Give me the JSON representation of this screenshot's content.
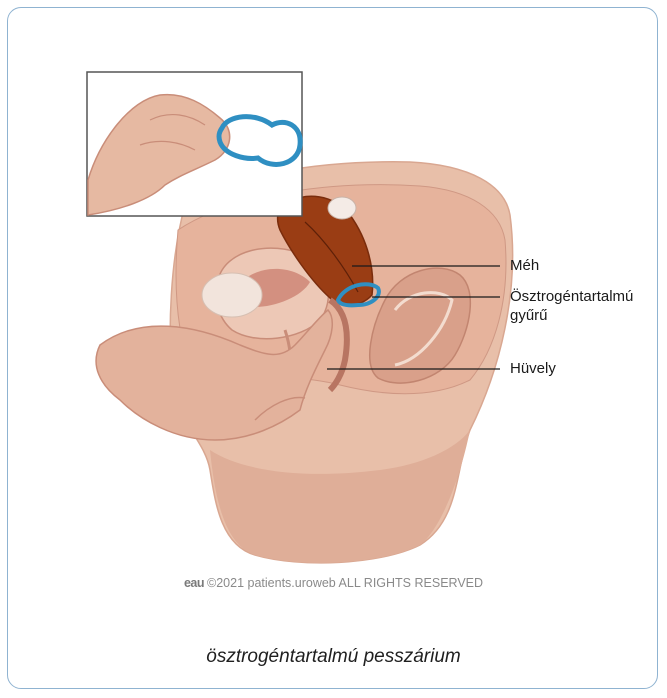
{
  "labels": {
    "uterus": "Méh",
    "ring_line1": "Ösztrogéntartalmú",
    "ring_line2": "gyűrű",
    "vagina": "Hüvely"
  },
  "footer": {
    "logo": "eau",
    "copyright": "©2021 patients.uroweb ALL RIGHTS RESERVED"
  },
  "caption": "ösztrogéntartalmú pesszárium",
  "colors": {
    "skin": "#e2b5a0",
    "skin_dark": "#c98d79",
    "uterus": "#9a3d14",
    "ring": "#2f8fc2",
    "card_border": "#8fb3d1"
  }
}
